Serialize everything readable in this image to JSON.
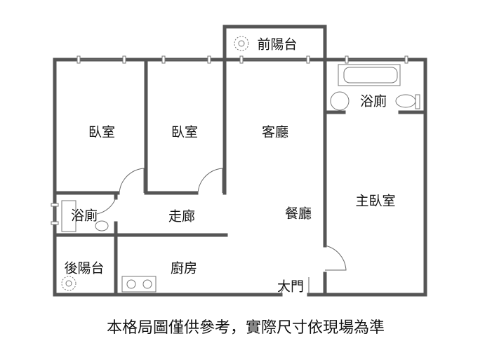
{
  "rooms": {
    "bedroom_1": "臥室",
    "bedroom_2": "臥室",
    "living_room": "客廳",
    "front_balcony": "前陽台",
    "master_bath": "浴廁",
    "master_bedroom": "主臥室",
    "dining_room": "餐廳",
    "hallway": "走廊",
    "bathroom": "浴廁",
    "back_balcony": "後陽台",
    "kitchen": "廚房",
    "main_door": "大門"
  },
  "caption": "本格局圖僅供參考，實際尺寸依現場為準",
  "colors": {
    "wall": "#555555",
    "text": "#111111"
  }
}
